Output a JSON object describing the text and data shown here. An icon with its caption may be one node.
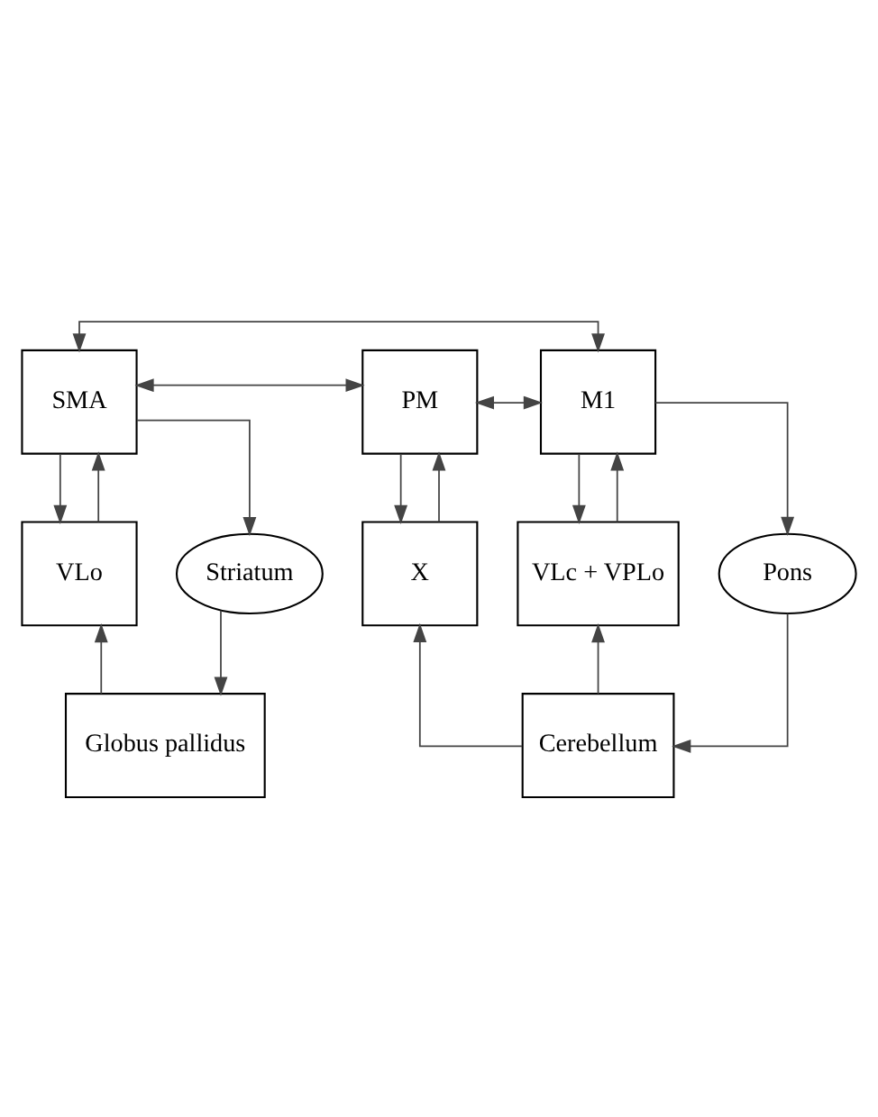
{
  "diagram": {
    "nodes": [
      {
        "text": [
          "SMA"
        ]
      },
      {
        "text": [
          "PM"
        ]
      },
      {
        "text": [
          "M1"
        ]
      },
      {
        "text": [
          "VLo"
        ]
      },
      {
        "text": [
          "X"
        ]
      },
      {
        "text": [
          "VLc + VPLo"
        ]
      },
      {
        "text": [
          "Striatum"
        ]
      },
      {
        "text": [
          "Pons"
        ]
      },
      {
        "text": [
          "Globus pallidus"
        ]
      },
      {
        "text": [
          "Cerebellum"
        ]
      }
    ],
    "edges": [
      {
        "from": 0,
        "to": 2,
        "arrow": "both"
      },
      {
        "from": 0,
        "to": 1,
        "arrow": "both"
      },
      {
        "from": 1,
        "to": 2,
        "arrow": "both"
      },
      {
        "from": 0,
        "to": 3,
        "arrow": "to"
      },
      {
        "from": 3,
        "to": 0,
        "arrow": "to"
      },
      {
        "from": 1,
        "to": 4,
        "arrow": "to"
      },
      {
        "from": 4,
        "to": 1,
        "arrow": "to"
      },
      {
        "from": 2,
        "to": 5,
        "arrow": "to"
      },
      {
        "from": 5,
        "to": 2,
        "arrow": "to"
      },
      {
        "from": 0,
        "to": 6,
        "arrow": "to"
      },
      {
        "from": 6,
        "to": 8,
        "arrow": "to"
      },
      {
        "from": 8,
        "to": 3,
        "arrow": "to"
      },
      {
        "from": 2,
        "to": 7,
        "arrow": "to"
      },
      {
        "from": 7,
        "to": 9,
        "arrow": "to"
      },
      {
        "from": 9,
        "to": 4,
        "arrow": "to"
      },
      {
        "from": 9,
        "to": 5,
        "arrow": "to"
      }
    ]
  }
}
